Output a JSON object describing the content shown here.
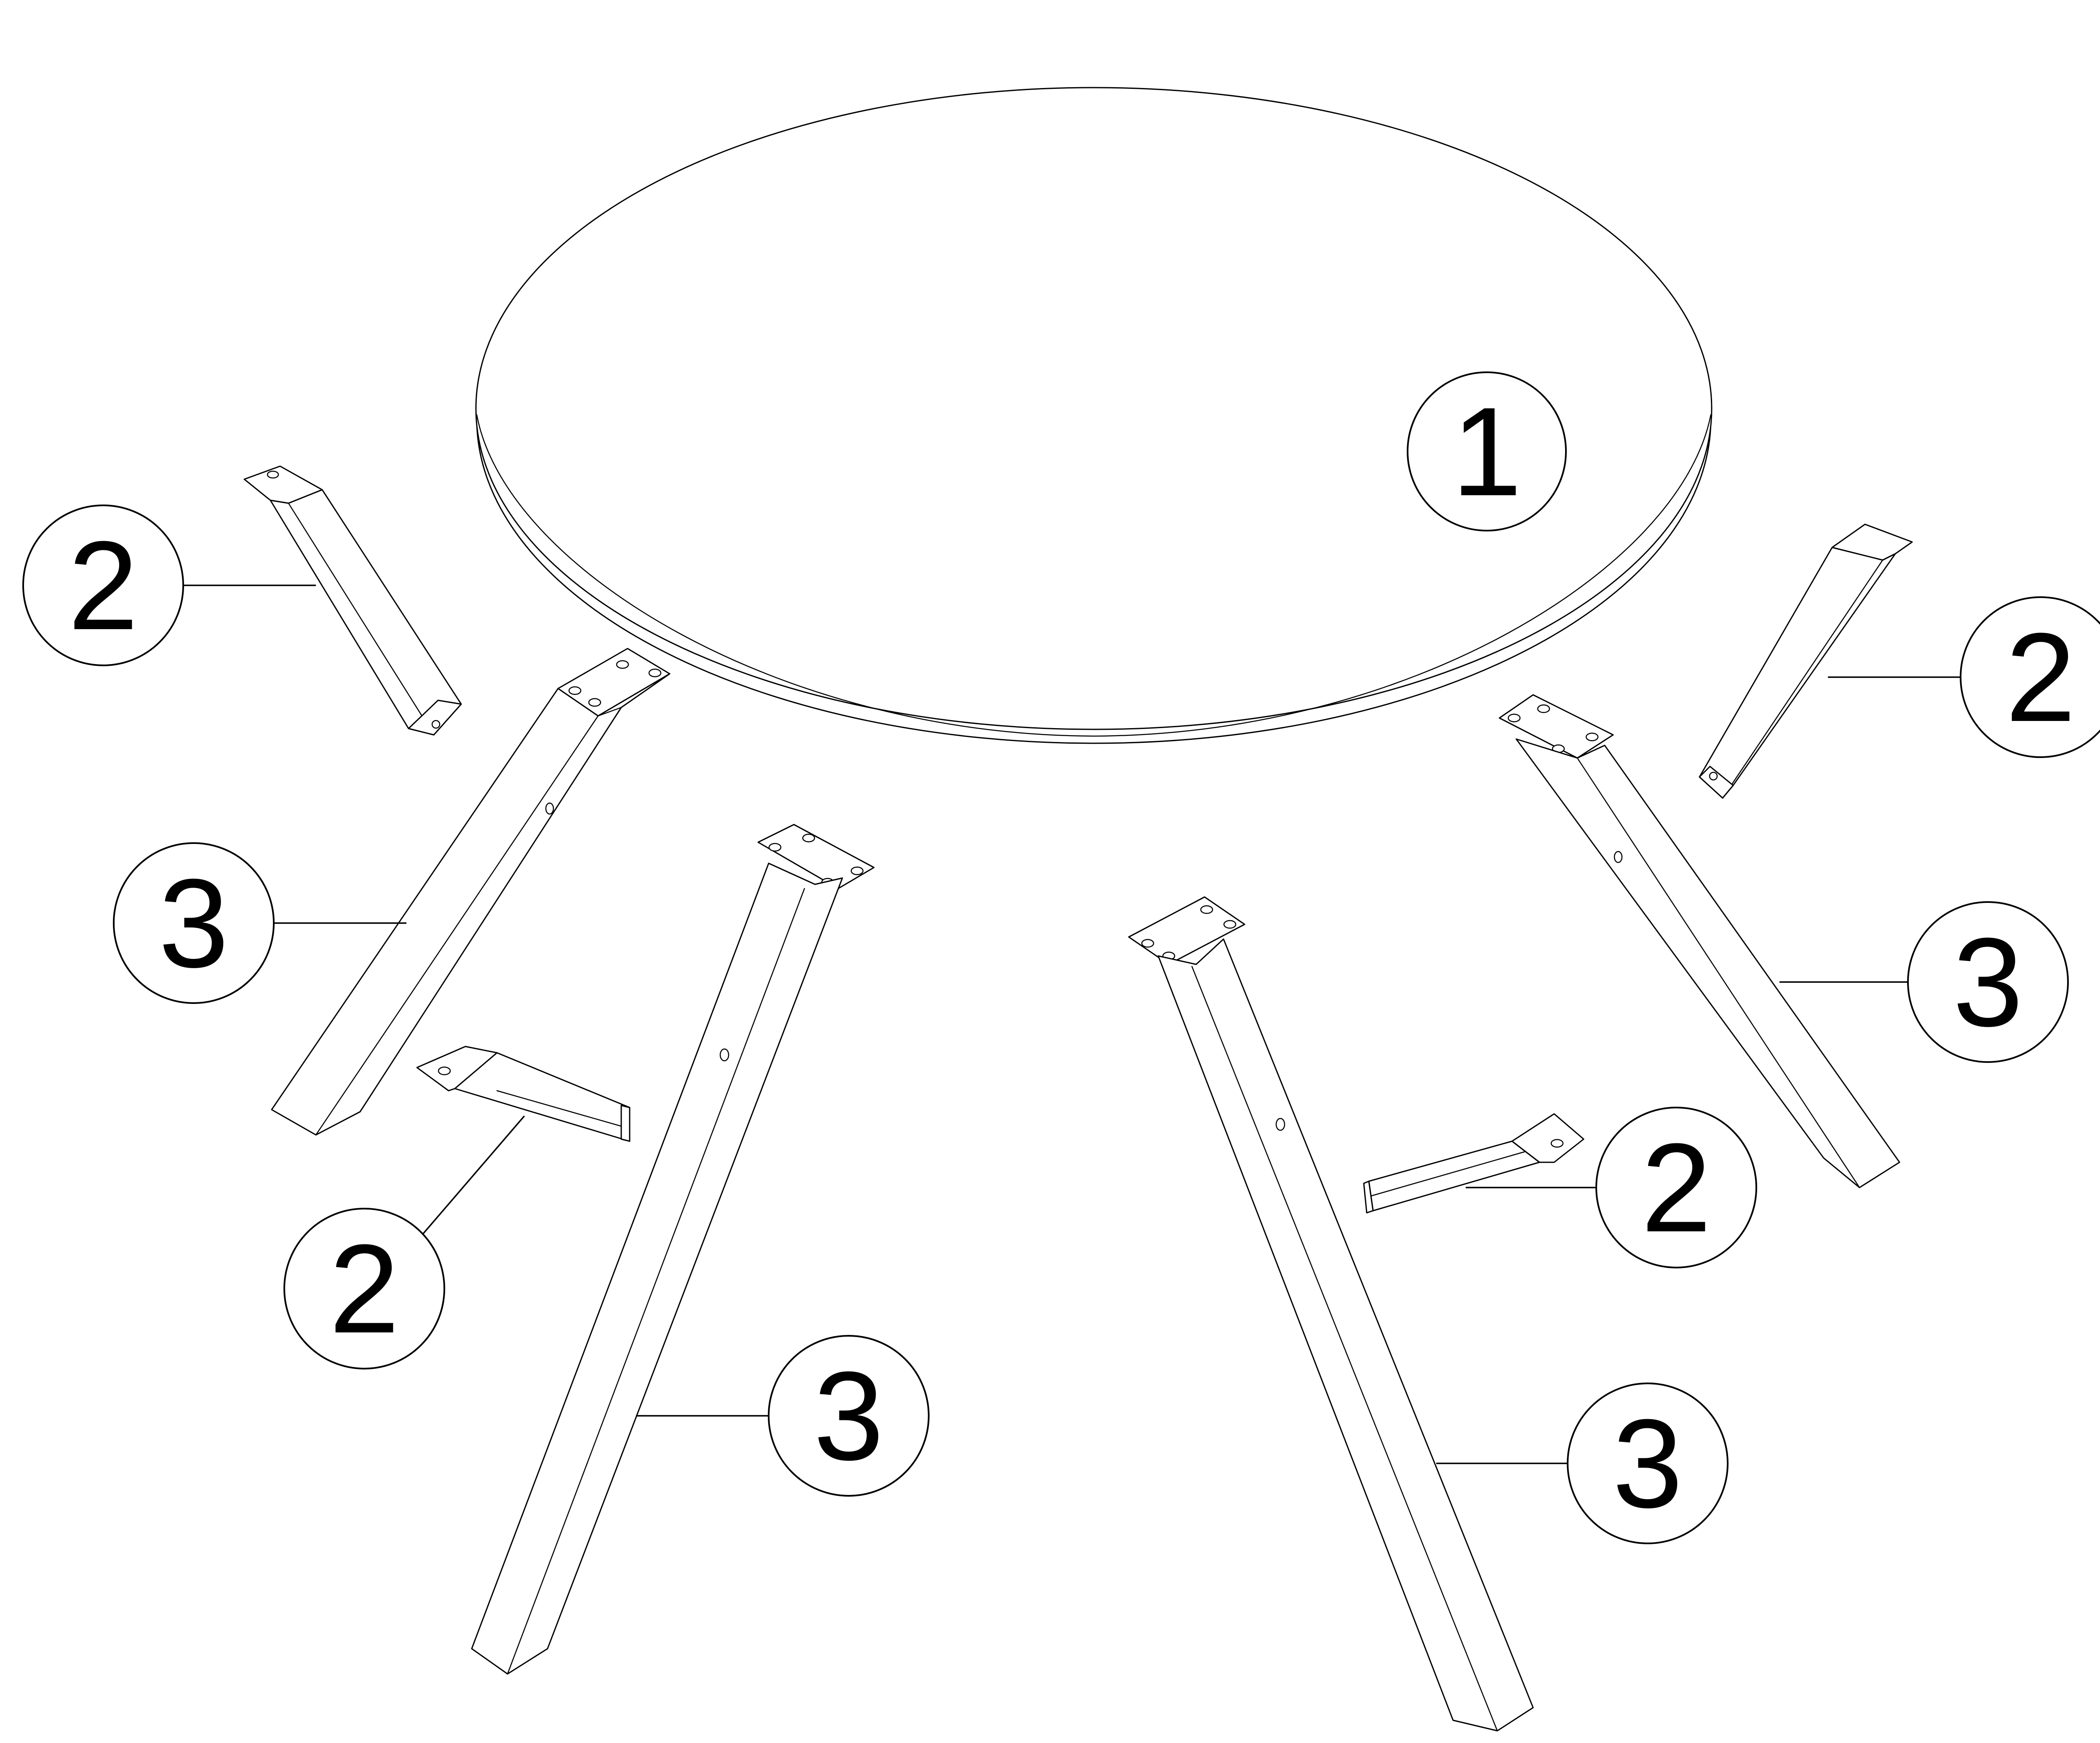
{
  "callouts": {
    "tabletop": "1",
    "leg_short_upper_left": "2",
    "leg_short_upper_right": "2",
    "leg_short_lower_left": "2",
    "leg_short_lower_right": "2",
    "leg_long_left": "3",
    "leg_long_right": "3",
    "leg_long_front_left": "3",
    "leg_long_front_right": "3"
  },
  "colors": {
    "line": "#000000",
    "background": "#ffffff"
  }
}
